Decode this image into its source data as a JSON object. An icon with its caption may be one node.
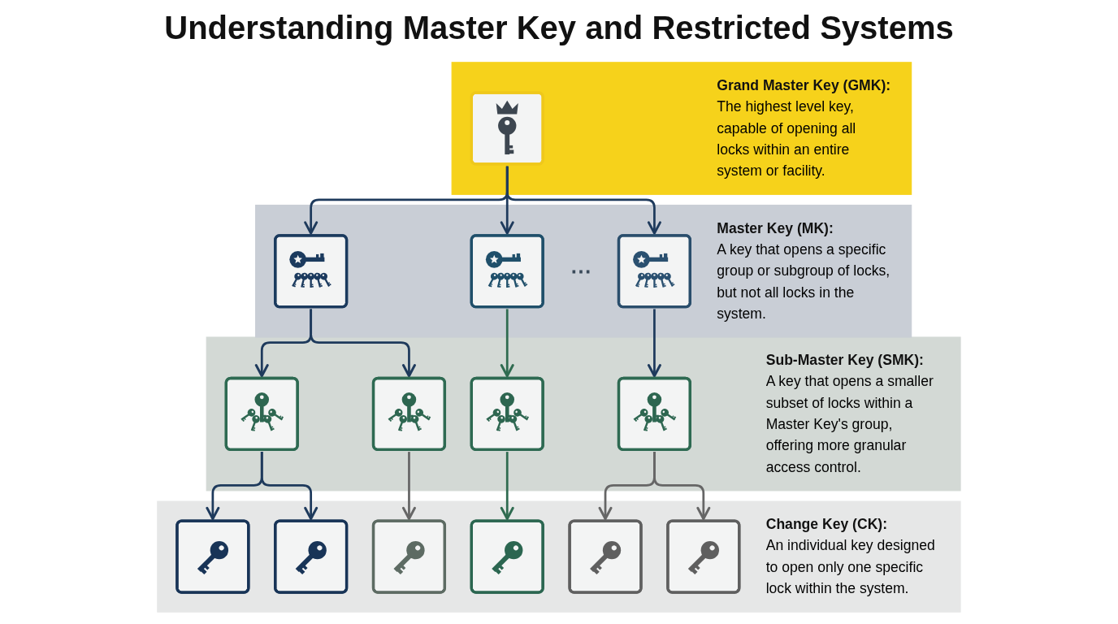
{
  "diagram": {
    "title": "Understanding Master Key and Restricted Systems",
    "nodes": [
      {
        "text": [
          "Grand Master Key (GMK):",
          "The highest level key, capable of opening all locks within an entire system or facility."
        ]
      },
      {
        "text": [],
        "shape": "picture",
        "in": 0
      },
      {
        "text": [
          "Master Key (MK):",
          "A key that opens a specific group or subgroup of locks, but not all locks in the system."
        ]
      },
      {
        "text": [],
        "shape": "picture",
        "in": 2
      },
      {
        "text": [],
        "shape": "picture",
        "in": 2
      },
      {
        "text": [],
        "shape": "picture",
        "in": 2
      },
      {
        "text": [
          "Sub-Master Key (SMK):",
          "A key that opens a smaller subset of locks within a Master Key's group, offering more granular access control."
        ]
      },
      {
        "text": [],
        "shape": "picture",
        "in": 6
      },
      {
        "text": [],
        "shape": "picture",
        "in": 6
      },
      {
        "text": [],
        "shape": "picture",
        "in": 6
      },
      {
        "text": [],
        "shape": "picture",
        "in": 6
      },
      {
        "text": [
          "Change Key (CK):",
          "An individual key designed to open only one specific lock within the system."
        ]
      },
      {
        "text": [],
        "shape": "picture",
        "in": 11
      },
      {
        "text": [],
        "shape": "picture",
        "in": 11
      },
      {
        "text": [],
        "shape": "picture",
        "in": 11
      },
      {
        "text": [],
        "shape": "picture",
        "in": 11
      },
      {
        "text": [],
        "shape": "picture",
        "in": 11
      },
      {
        "text": [],
        "shape": "picture",
        "in": 11
      }
    ],
    "edges": [
      {
        "from": 1,
        "to": 3,
        "arrow": "to"
      },
      {
        "from": 1,
        "to": 4,
        "arrow": "to"
      },
      {
        "from": 1,
        "to": 5,
        "arrow": "to"
      },
      {
        "from": 3,
        "to": 7,
        "arrow": "to"
      },
      {
        "from": 3,
        "to": 8,
        "arrow": "to"
      },
      {
        "from": 4,
        "to": 9,
        "arrow": "to",
        "color": "#2f6b50"
      },
      {
        "from": 5,
        "to": 10,
        "arrow": "to"
      },
      {
        "from": 7,
        "to": 12,
        "arrow": "to"
      },
      {
        "from": 7,
        "to": 13,
        "arrow": "to"
      },
      {
        "from": 8,
        "to": 14,
        "arrow": "to",
        "color": "#666666"
      },
      {
        "from": 9,
        "to": 15,
        "arrow": "to",
        "color": "#2f6b50"
      },
      {
        "from": 10,
        "to": 16,
        "arrow": "to",
        "color": "#666666"
      },
      {
        "from": 10,
        "to": 17,
        "arrow": "to",
        "color": "#666666"
      }
    ],
    "labels": [
      "⋯"
    ]
  }
}
